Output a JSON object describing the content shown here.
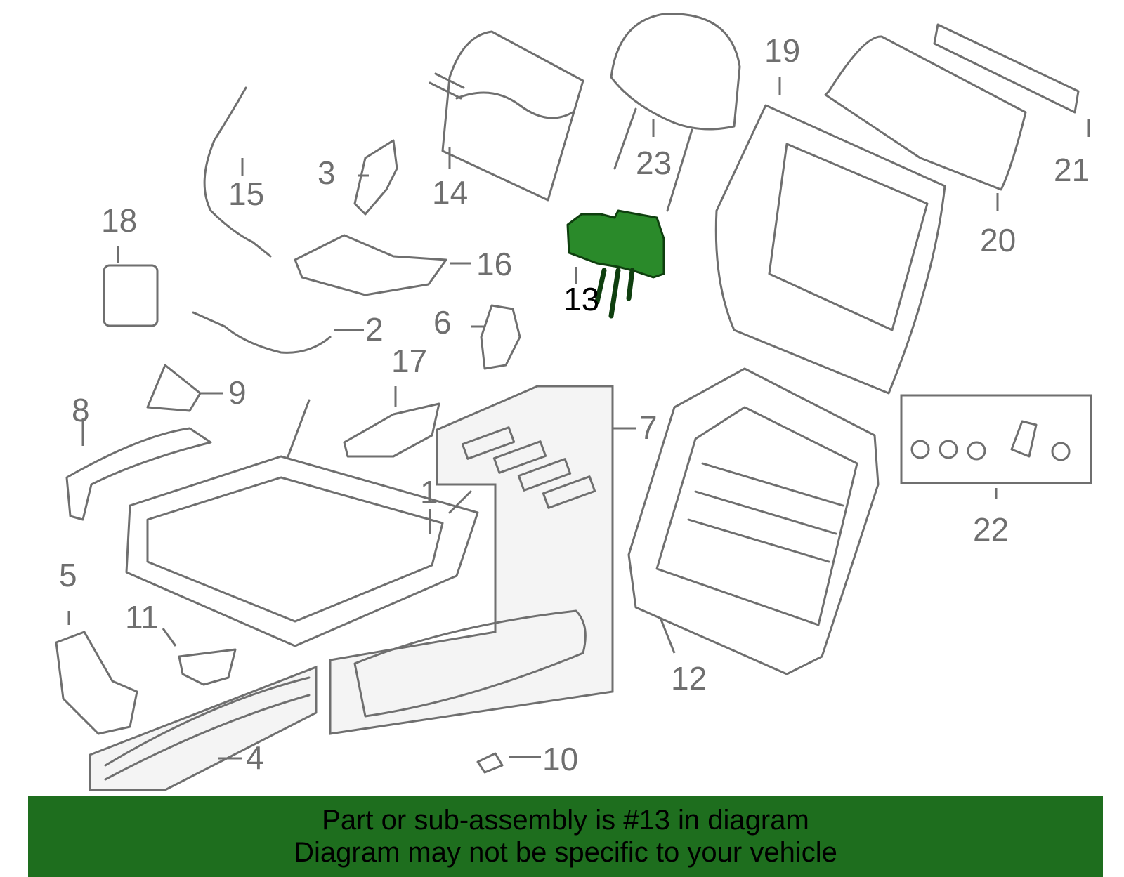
{
  "diagram": {
    "highlight_callout": "13",
    "callouts": [
      "1",
      "2",
      "3",
      "4",
      "5",
      "6",
      "7",
      "8",
      "9",
      "10",
      "11",
      "12",
      "14",
      "15",
      "16",
      "17",
      "18",
      "19",
      "20",
      "21",
      "22",
      "23"
    ]
  },
  "banner": {
    "line1": "Part or sub-assembly is #13 in diagram",
    "line2": "Diagram may not be specific to your vehicle"
  },
  "colors": {
    "highlight": "#2a8a2a",
    "banner": "#1e6e1e",
    "linework": "#6f6f6f"
  }
}
